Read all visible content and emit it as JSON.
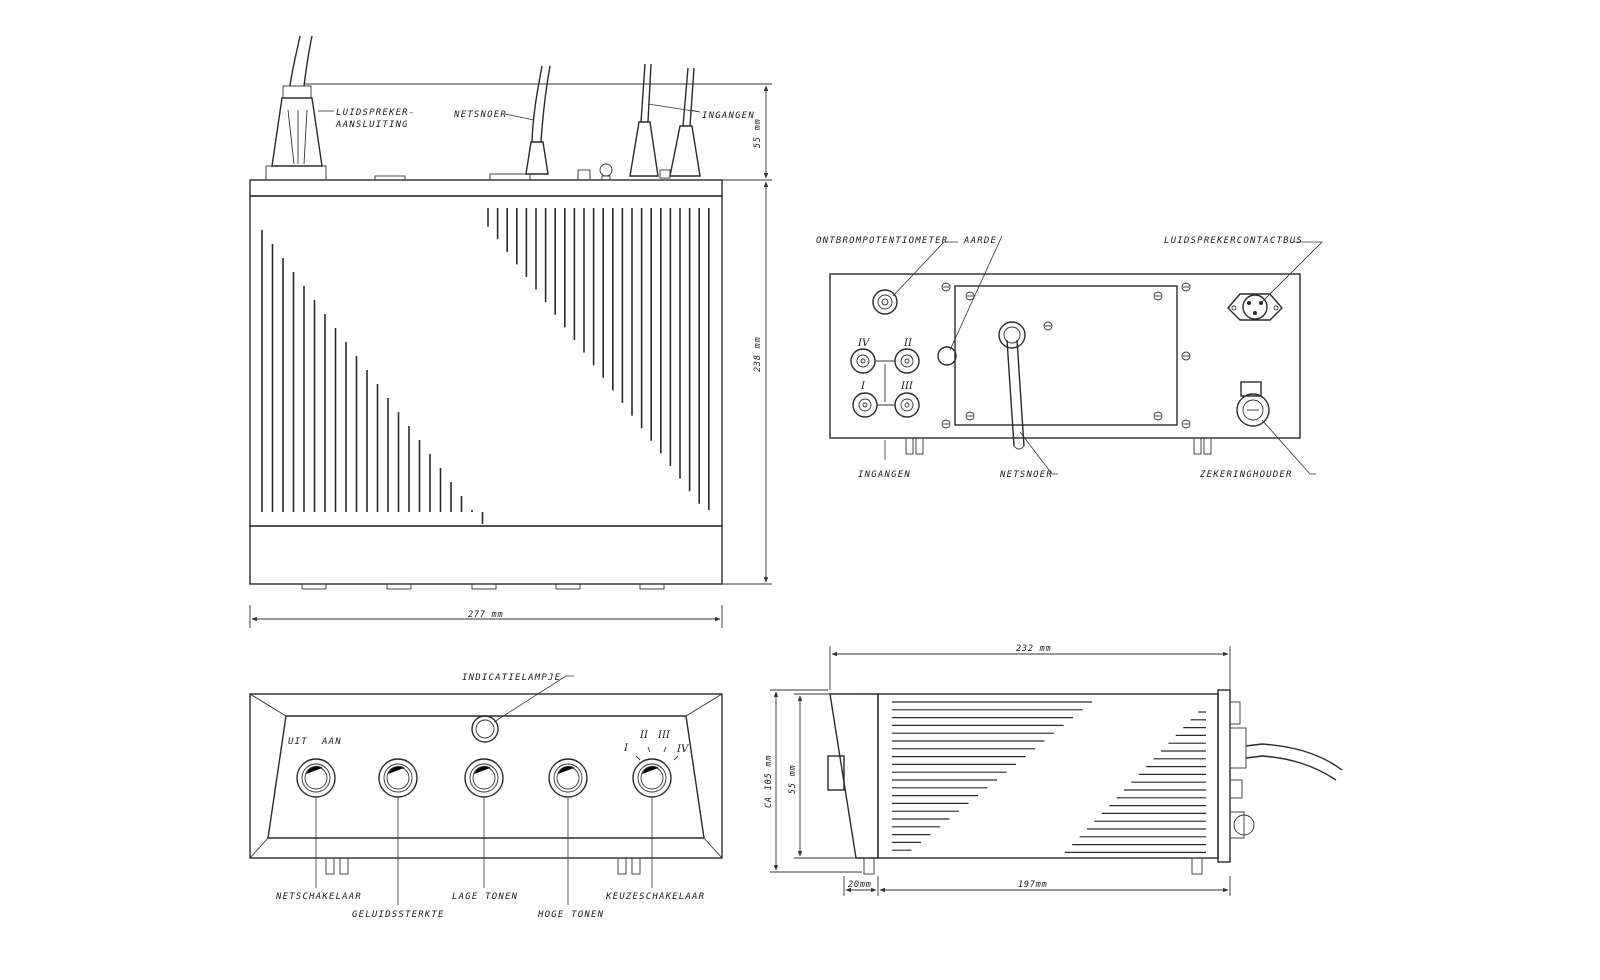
{
  "colors": {
    "ink": "#2a2a2a",
    "paper": "#ffffff"
  },
  "top_view": {
    "luidspreker_aansluiting_1": "LUIDSPREKER-",
    "luidspreker_aansluiting_2": "AANSLUITING",
    "netsnoer": "NETSNOER",
    "ingangen": "INGANGEN",
    "height_above": "55 mm",
    "height": "238 mm",
    "width": "277 mm"
  },
  "rear_view": {
    "ontbrompotentiometer": "ONTBROMPOTENTIOMETER",
    "aarde": "AARDE",
    "luidsprekercontactbus": "LUIDSPREKERCONTACTBUS",
    "ingangen": "INGANGEN",
    "netsnoer": "NETSNOER",
    "zekeringhouder": "ZEKERINGHOUDER",
    "input_IV": "IV",
    "input_II": "II",
    "input_I": "I",
    "input_III": "III"
  },
  "front_view": {
    "indicatielampje": "INDICATIELAMPJE",
    "uit": "UIT",
    "aan": "AAN",
    "sel_I": "I",
    "sel_II": "II",
    "sel_III": "III",
    "sel_IV": "IV",
    "netschakelaar": "NETSCHAKELAAR",
    "geluidssterkte": "GELUIDSSTERKTE",
    "lage_tonen": "LAGE TONEN",
    "hoge_tonen": "HOGE TONEN",
    "keuzeschakelaar": "KEUZESCHAKELAAR"
  },
  "side_view": {
    "length": "232 mm",
    "height_total": "CA 105 mm",
    "height": "55 mm",
    "front_depth": "20mm",
    "body_depth": "197mm"
  }
}
